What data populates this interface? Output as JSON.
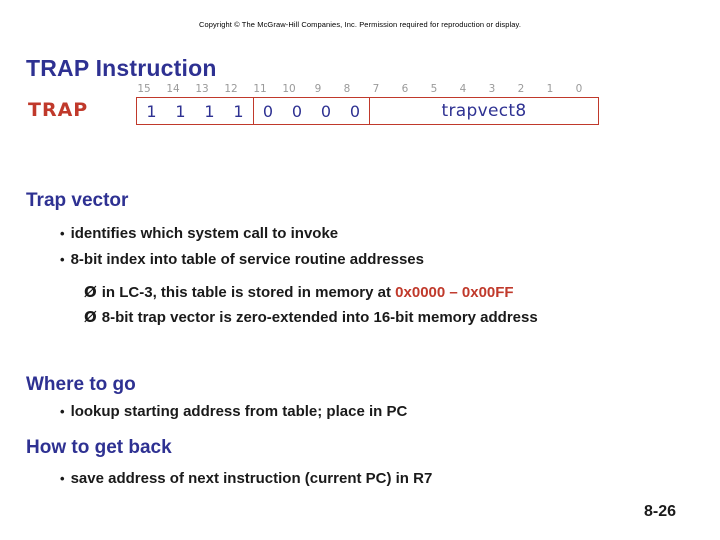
{
  "copyright": "Copyright © The McGraw-Hill Companies, Inc. Permission required for reproduction or display.",
  "title": "TRAP Instruction",
  "diagram": {
    "opcode_name": "TRAP",
    "bit_numbers": [
      "15",
      "14",
      "13",
      "12",
      "11",
      "10",
      "9",
      "8",
      "7",
      "6",
      "5",
      "4",
      "3",
      "2",
      "1",
      "0"
    ],
    "opcode_bits": [
      "1",
      "1",
      "1",
      "1"
    ],
    "zero_bits": [
      "0",
      "0",
      "0",
      "0"
    ],
    "operand_label": "trapvect8"
  },
  "sections": {
    "trap_vector": {
      "heading": "Trap vector",
      "bullets": [
        "identifies which system call to invoke",
        "8-bit index into table of service routine addresses"
      ],
      "subs": [
        {
          "text_before": "in LC-3, this table is stored in memory at ",
          "accent": "0x0000 – 0x00FF",
          "text_after": ""
        },
        {
          "text_before": "8-bit trap vector is zero-extended into 16-bit memory address",
          "accent": "",
          "text_after": ""
        }
      ]
    },
    "where_to_go": {
      "heading": "Where to go",
      "bullets": [
        "lookup starting address from table; place in PC"
      ]
    },
    "how_to_get_back": {
      "heading": "How to get back",
      "bullets": [
        "save address of next instruction (current PC) in R7"
      ]
    }
  },
  "page_number": "8-26"
}
